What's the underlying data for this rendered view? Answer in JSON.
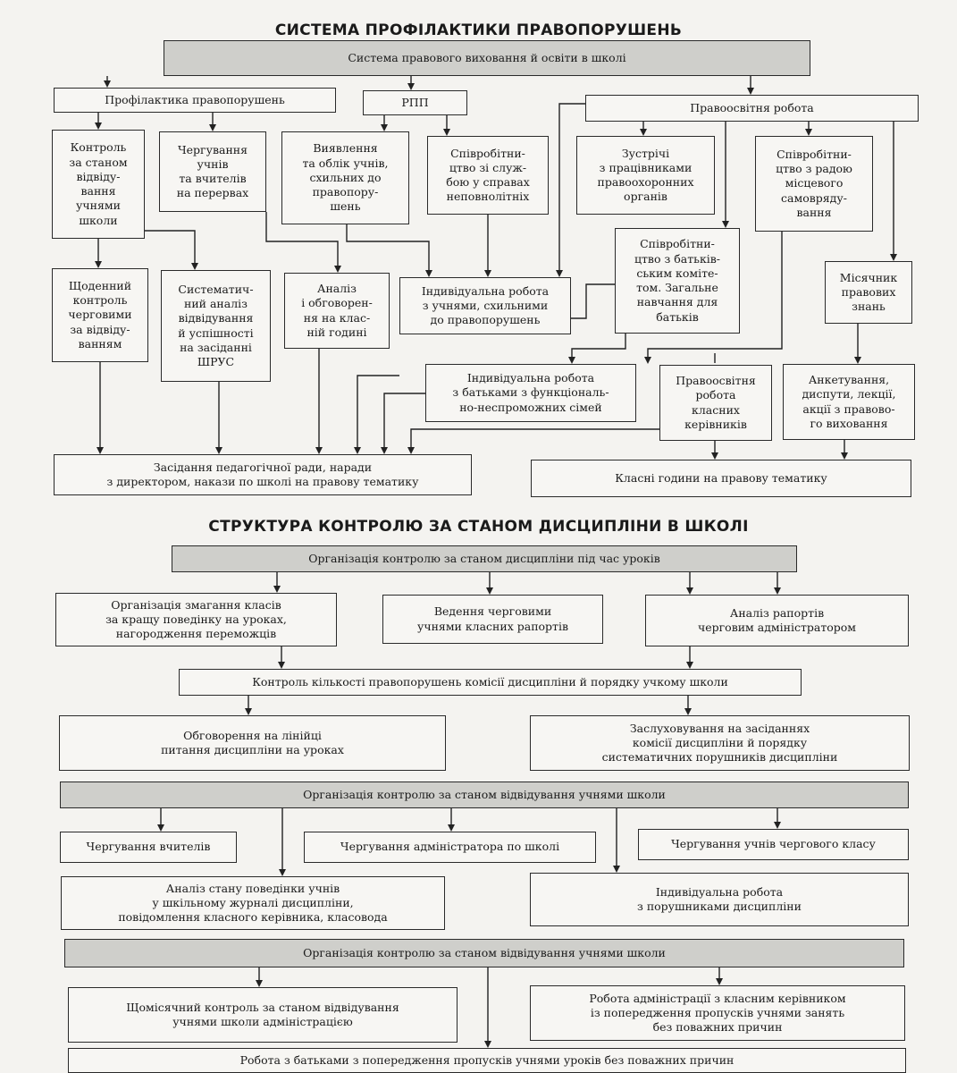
{
  "section1": {
    "title": "СИСТЕМА ПРОФІЛАКТИКИ ПРАВОПОРУШЕНЬ",
    "boxes": {
      "top": "Система правового виховання й освіти в школі",
      "profilaktyka": "Профілактика правопорушень",
      "rpp": "РПП",
      "pravoosvitnia": "Правоосвітня робота",
      "kontrol": "Контроль\nза станом\nвідвіду-\nвання\nучнями\nшколи",
      "cherguvannia": "Чергування\nучнів\nта вчителів\nна перервах",
      "vyiavlennia": "Виявлення\nта облік учнів,\nсхильних до\nправопору-\nшень",
      "spivrob_sluzhba": "Співробітни-\nцтво зі служ-\nбою у справах\nнеповнолітніх",
      "zustrichi": "Зустрічі\nз працівниками\nправоохоронних\nорганів",
      "spivrob_rada": "Співробітни-\nцтво з радою\nмісцевого\nсамовряду-\nвання",
      "spivrob_komitet": "Співробітни-\nцтво з батьків-\nським коміте-\nтом. Загальне\nнавчання для\nбатьків",
      "shchodennyi": "Щоденний\nконтроль\nчерговими\nза відвіду-\nванням",
      "systematychnyi": "Систематич-\nний аналіз\nвідвідування\nй успішності\nна засіданні\nШРУС",
      "analiz": "Аналіз\nі обговорен-\nня на клас-\nній годині",
      "indyv_uchni": "Індивідуальна робота\nз учнями, схильними\nдо правопорушень",
      "misiachnyk": "Місячник\nправових\nзнань",
      "indyv_batky": "Індивідуальна робота\nз батьками з функціональ-\nно-неспроможних сімей",
      "pravoosv_kerivnykiv": "Правоосвітня\nробота\nкласних\nкерівників",
      "anketuvannia": "Анкетування,\nдиспути, лекції,\nакції з правово-\nго виховання",
      "zasidannia": "Засідання педагогічної ради, наради\nз директором, накази по школі на правову тематику",
      "klasni_hodyny": "Класні години на правову тематику"
    }
  },
  "section2": {
    "title": "СТРУКТУРА КОНТРОЛЮ ЗА СТАНОМ ДИСЦИПЛІНИ В ШКОЛІ",
    "boxes": {
      "org_urokiv": "Організація контролю за станом дисципліни під час уроків",
      "zmagannia": "Організація змагання класів\nза кращу поведінку на уроках,\nнагородження переможців",
      "vedennia": "Ведення черговими\nучнями класних рапортів",
      "analiz_raportiv": "Аналіз рапортів\nчерговим адміністратором",
      "kontrol_kilkosti": "Контроль кількості правопорушень комісії дисципліни й порядку учкому школи",
      "obhovorennia": "Обговорення на лінійці\nпитання дисципліни на уроках",
      "zasluhovuvannia": "Заслуховування на засіданнях\nкомісії дисципліни й порядку\nсистематичних порушників дисципліни",
      "org_vidviduvannia_1": "Організація контролю за станом відвідування учнями школи",
      "cherg_vchyteliv": "Чергування вчителів",
      "cherg_admin": "Чергування адміністратора по школі",
      "cherg_uchniv": "Чергування учнів чергового класу",
      "analiz_stanu": "Аналіз стану поведінки учнів\nу шкільному журналі дисципліни,\nповідомлення класного керівника, класовода",
      "indyv_porushnyky": "Індивідуальна робота\nз порушниками дисципліни",
      "org_vidviduvannia_2": "Організація контролю за станом відвідування учнями школи",
      "shchomisiachnyi": "Щомісячний контроль за станом відвідування\nучнями школи адміністрацією",
      "robota_admin": "Робота адміністрації з класним керівником\nіз попередження пропусків учнями занять\nбез поважних причин",
      "robota_batky": "Робота з батьками з попередження пропусків учнями уроків без поважних причин"
    }
  }
}
